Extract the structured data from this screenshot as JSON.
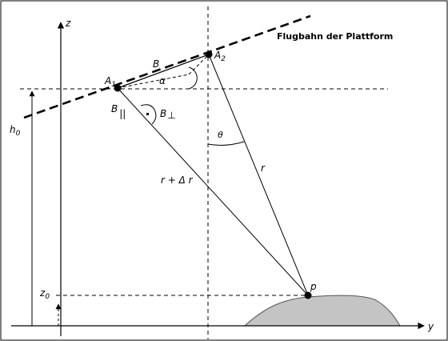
{
  "diagram": {
    "trajectory_label": "Flugbahn der Plattform",
    "axes": {
      "z": "z",
      "y": "y"
    },
    "points": {
      "a1": {
        "main": "A",
        "sub": "1"
      },
      "a2": {
        "main": "A",
        "sub": "2"
      },
      "p": "p"
    },
    "labels": {
      "baseline": "B",
      "b_parallel": {
        "main": "B",
        "sub": "||"
      },
      "b_perp": {
        "main": "B",
        "sub": "⊥"
      },
      "alpha": "α",
      "theta": "θ",
      "range": "r",
      "range_delta": "r + Δ r",
      "height": {
        "main": "h",
        "sub": "0"
      },
      "z0": {
        "main": "z",
        "sub": "0"
      }
    }
  }
}
